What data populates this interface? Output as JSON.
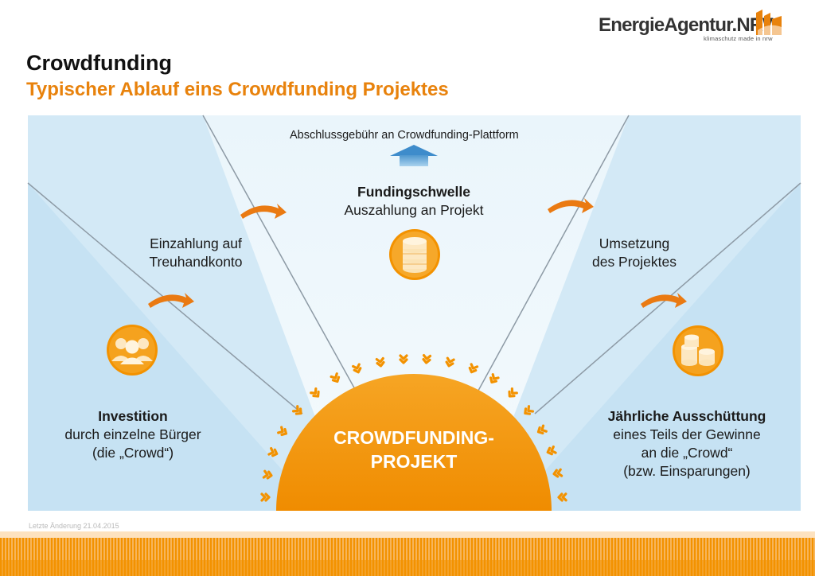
{
  "logo": {
    "name": "EnergieAgentur",
    "nrw": ".NRW",
    "tagline": "klimaschutz made in nrw"
  },
  "header": {
    "title": "Crowdfunding",
    "subtitle": "Typischer Ablauf eins Crowdfunding Projektes"
  },
  "diagram": {
    "fee_label": "Abschlussgebühr an Crowdfunding-Plattform",
    "threshold": {
      "title": "Fundingschwelle",
      "text": "Auszahlung an Projekt"
    },
    "deposit": {
      "line1": "Einzahlung auf",
      "line2": "Treuhandkonto"
    },
    "implementation": {
      "line1": "Umsetzung",
      "line2": "des Projektes"
    },
    "investment": {
      "title": "Investition",
      "line1": "durch einzelne Bürger",
      "line2": "(die „Crowd“)"
    },
    "distribution": {
      "title": "Jährliche Ausschüttung",
      "line1": "eines Teils der Gewinne",
      "line2": "an die „Crowd“",
      "line3": "(bzw. Einsparungen)"
    },
    "center": {
      "line1": "CROWDFUNDING-",
      "line2": "PROJEKT"
    }
  },
  "footer": {
    "last_change": "Letzte Änderung 21.04.2015"
  },
  "colors": {
    "orange": "#f39200",
    "light_blue": "#d6ebf7",
    "mid_blue": "#c3e0f2",
    "text_dark": "#1a1a1a"
  }
}
